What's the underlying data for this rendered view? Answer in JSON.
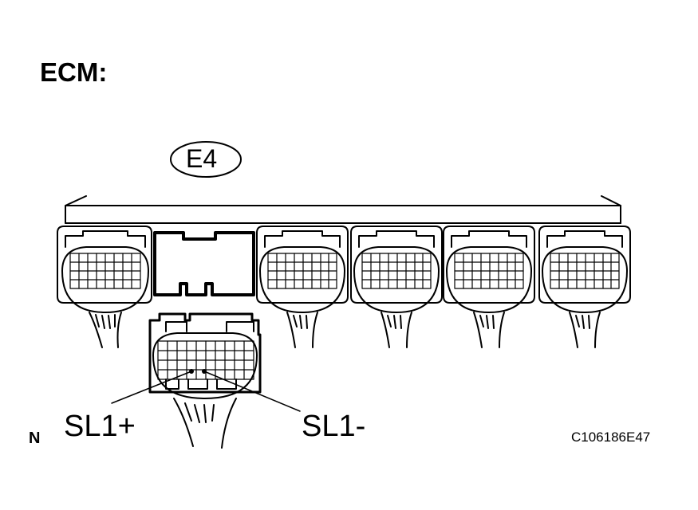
{
  "title": "ECM:",
  "connector": {
    "code": "E4"
  },
  "pins": {
    "left": "SL1+",
    "right": "SL1-"
  },
  "orientation_mark": "N",
  "figure_code": "C106186E47"
}
